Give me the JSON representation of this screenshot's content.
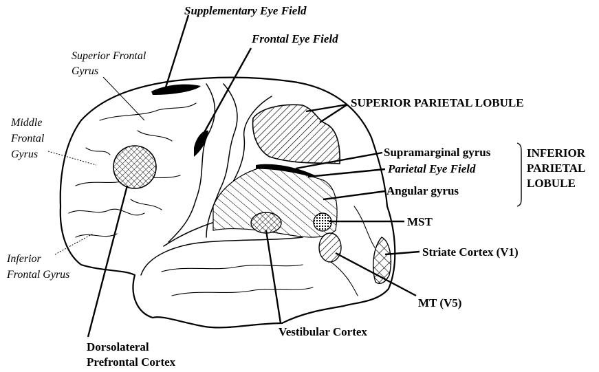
{
  "labels": {
    "supplementary_eye_field": "Supplementary Eye Field",
    "frontal_eye_field": "Frontal Eye Field",
    "superior_frontal_gyrus_1": "Superior Frontal",
    "superior_frontal_gyrus_2": "Gyrus",
    "middle_frontal_gyrus_1": "Middle",
    "middle_frontal_gyrus_2": "Frontal",
    "middle_frontal_gyrus_3": "Gyrus",
    "inferior_frontal_gyrus_1": "Inferior",
    "inferior_frontal_gyrus_2": "Frontal Gyrus",
    "superior_parietal_lobule": "SUPERIOR PARIETAL LOBULE",
    "supramarginal_gyrus": "Supramarginal gyrus",
    "parietal_eye_field": "Parietal Eye Field",
    "angular_gyrus": "Angular gyrus",
    "inferior_parietal_lobule_1": "INFERIOR",
    "inferior_parietal_lobule_2": "PARIETAL",
    "inferior_parietal_lobule_3": "LOBULE",
    "mst": "MST",
    "striate_cortex": "Striate Cortex (V1)",
    "mt": "MT (V5)",
    "vestibular_cortex": "Vestibular Cortex",
    "dlpfc_1": "Dorsolateral",
    "dlpfc_2": "Prefrontal Cortex"
  },
  "colors": {
    "ink": "#000000",
    "background": "#ffffff"
  }
}
